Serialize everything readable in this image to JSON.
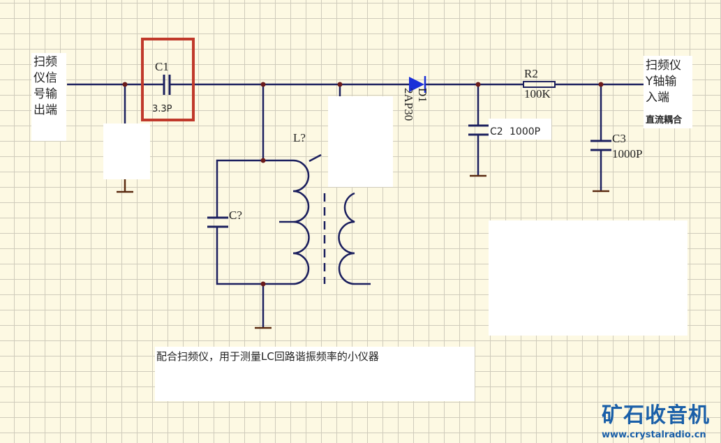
{
  "input_label": "扫频仪信号输出端",
  "input_label_lines": [
    "扫频",
    "仪信",
    "号输",
    "出端"
  ],
  "output_label_lines": [
    "扫频仪",
    "Y轴输",
    "入端"
  ],
  "coupling_note": "直流耦合",
  "components": {
    "c1": {
      "ref": "C1",
      "value": "3.3P"
    },
    "d1": {
      "ref": "D1",
      "value": "2AP30"
    },
    "c2": {
      "ref": "C2",
      "value": "1000P"
    },
    "r2": {
      "ref": "R2",
      "value": "100K"
    },
    "c3": {
      "ref": "C3",
      "value": "1000P"
    },
    "l": {
      "ref": "L?"
    },
    "c": {
      "ref": "C?"
    }
  },
  "caption": "配合扫频仪，用于测量LC回路谐振频率的小仪器",
  "logo": {
    "title": "矿石收音机",
    "url": "www.crystalradio.cn"
  },
  "colors": {
    "wire": "#1b1f5e",
    "node": "#6b1b1b",
    "ground": "#5a2a10",
    "diode": "#1a2fd8",
    "highlight": "#c0392b",
    "background": "#fdf9e3"
  }
}
